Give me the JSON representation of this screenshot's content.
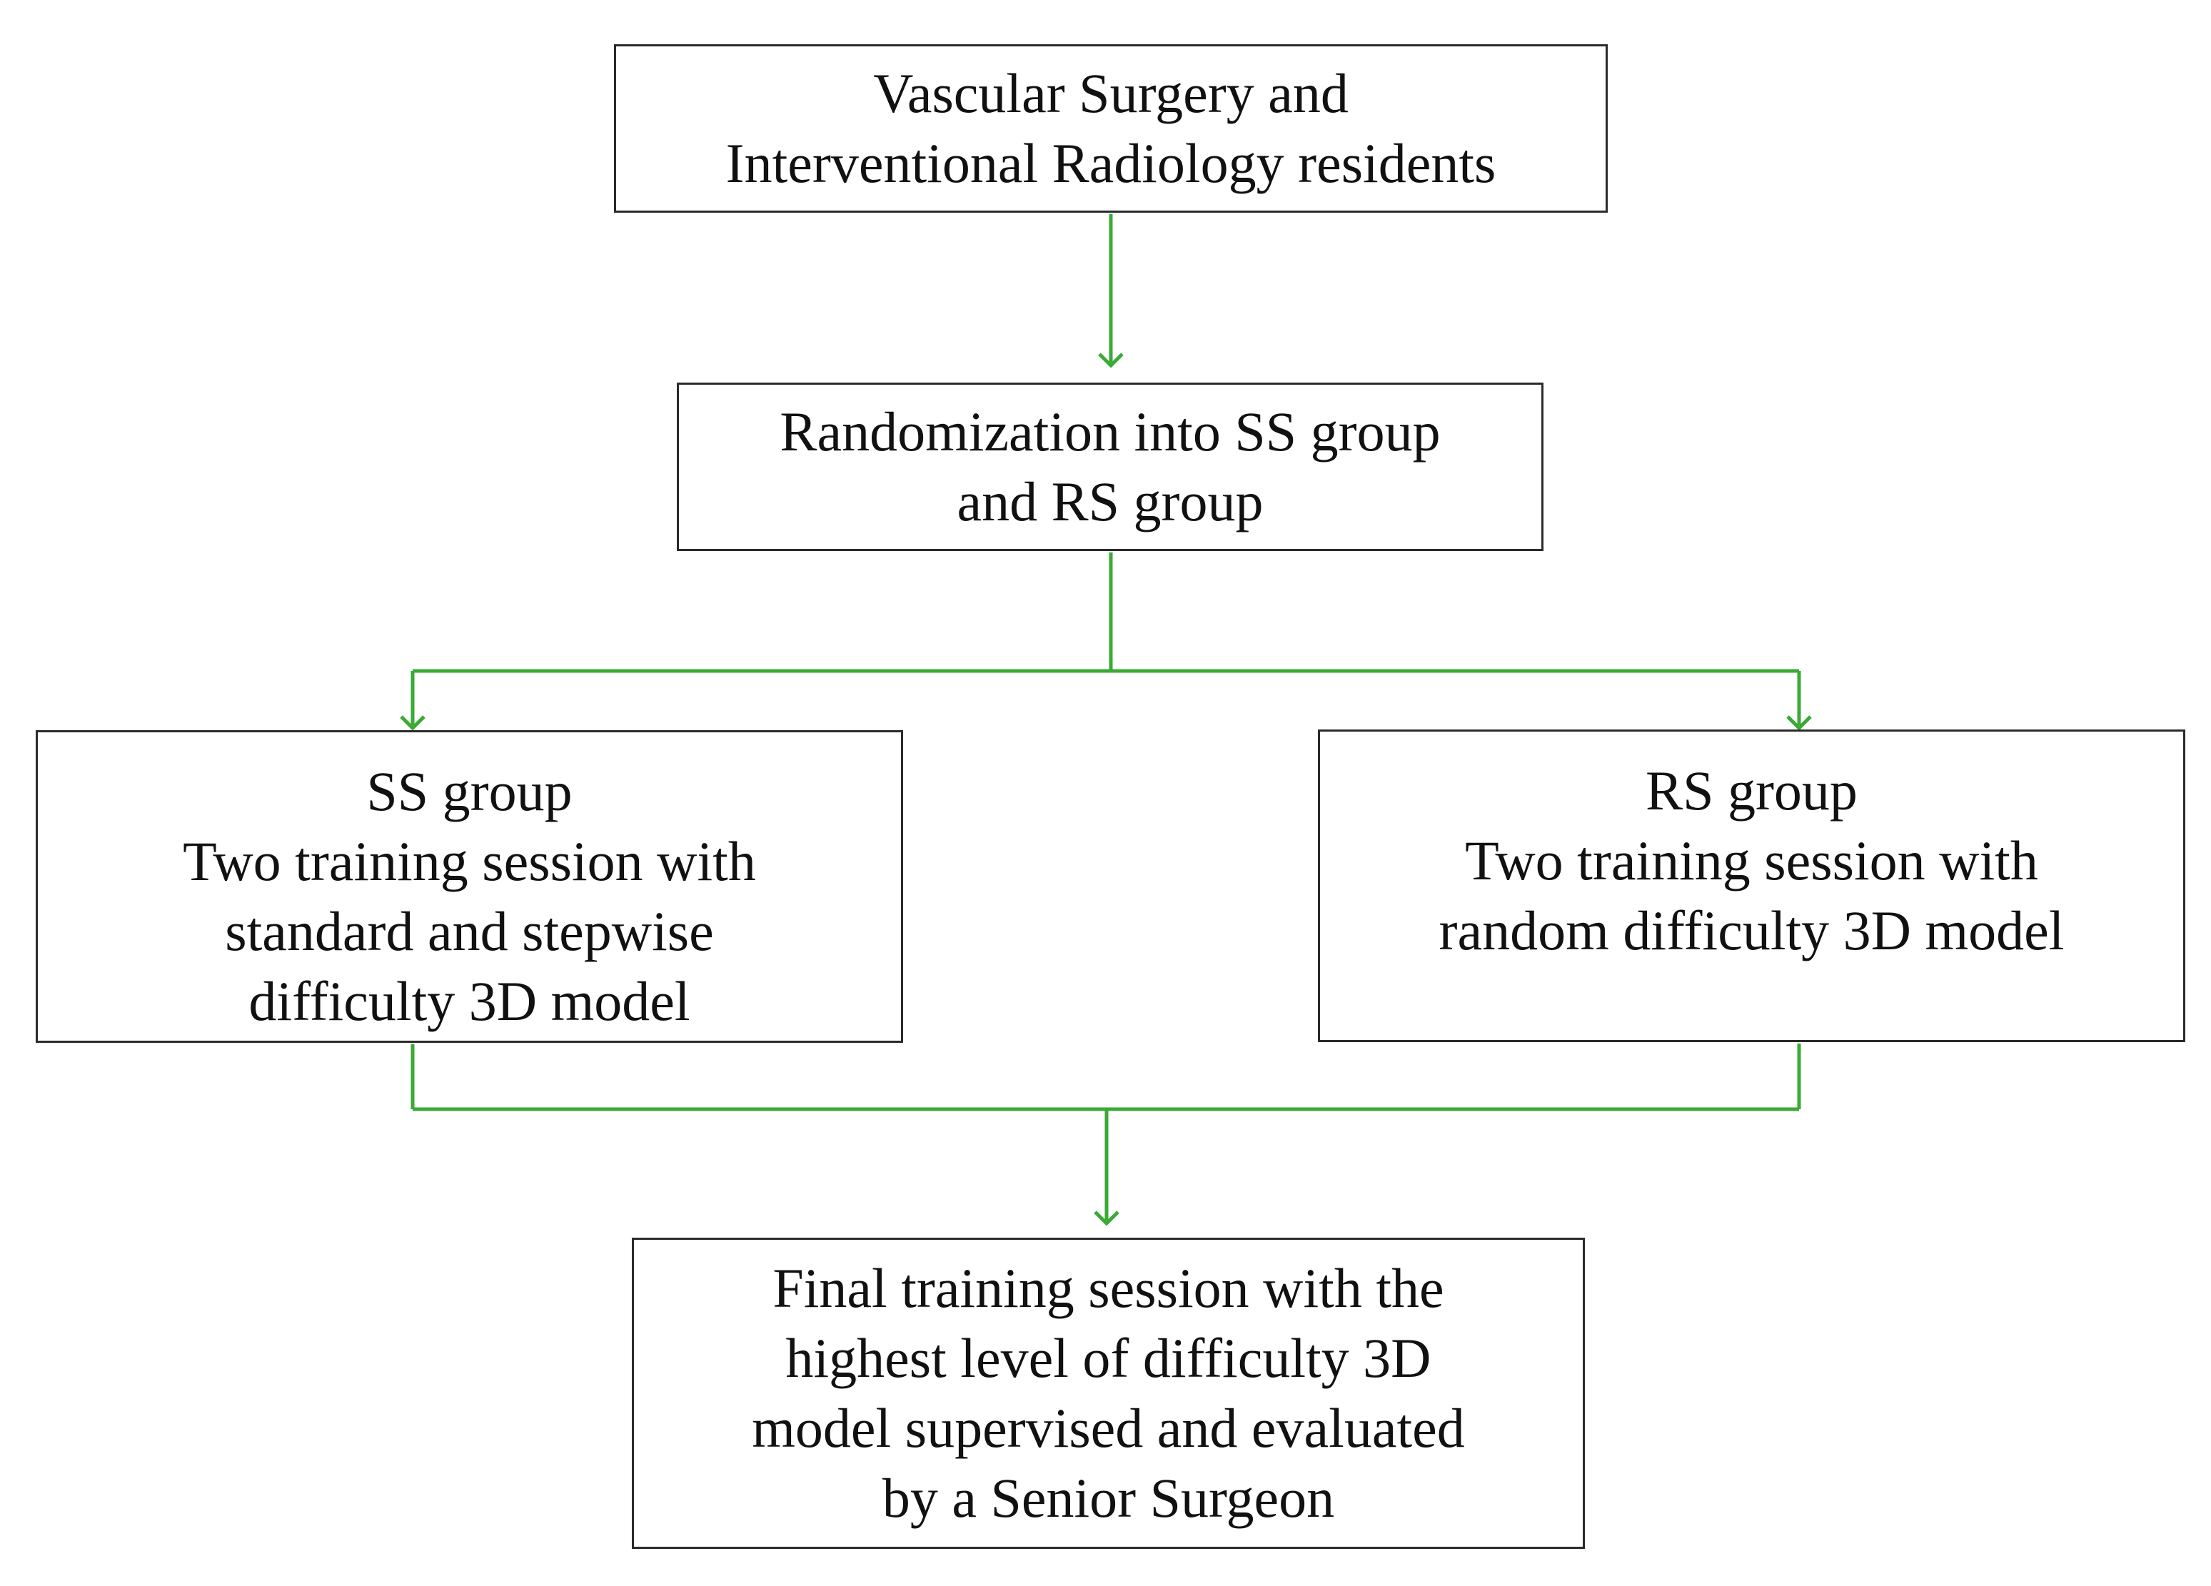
{
  "colors": {
    "connector": "#3aaa35",
    "box_border": "#2b2b2b",
    "text": "#111111",
    "background": "#ffffff"
  },
  "nodes": {
    "residents": {
      "lines": [
        "Vascular Surgery and",
        "Interventional Radiology residents"
      ]
    },
    "randomization": {
      "lines": [
        "Randomization into SS group",
        "and RS group"
      ]
    },
    "ss_group": {
      "lines": [
        "SS group",
        "Two training session with",
        "standard and stepwise",
        "difficulty 3D model"
      ]
    },
    "rs_group": {
      "lines": [
        "RS group",
        "Two training session with",
        "random difficulty 3D model"
      ]
    },
    "final": {
      "lines": [
        "Final training session with the",
        "highest level of difficulty 3D",
        "model supervised and evaluated",
        "by a Senior Surgeon"
      ]
    }
  },
  "edges": [
    {
      "from": "residents",
      "to": "randomization"
    },
    {
      "from": "randomization",
      "to": "ss_group"
    },
    {
      "from": "randomization",
      "to": "rs_group"
    },
    {
      "from": "ss_group",
      "to": "final"
    },
    {
      "from": "rs_group",
      "to": "final"
    }
  ]
}
